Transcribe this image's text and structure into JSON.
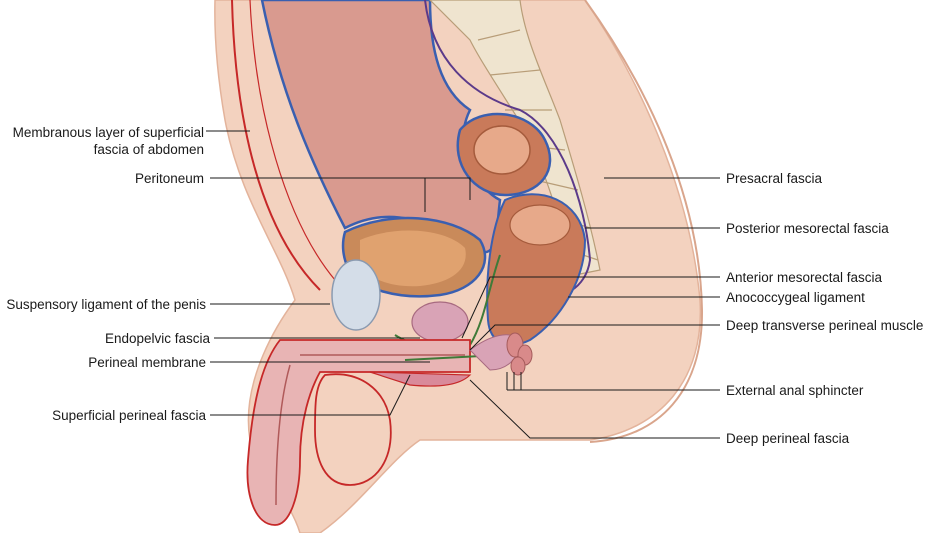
{
  "colors": {
    "background": "#ffffff",
    "skin": "#f3d2bf",
    "skin_dark": "#e3b39b",
    "peritoneal_cavity": "#d99a8f",
    "fascia_blue": "#3a5fb0",
    "fascia_red": "#c62828",
    "fascia_green": "#3f7a38",
    "fascia_purple": "#5b3a8a",
    "bone": "#efe4cf",
    "bladder": "#c98a5a",
    "rectum": "#c97a5a",
    "leader_line": "#1a1a1a"
  },
  "labels": {
    "membranous_layer": "Membranous layer of superficial fascia of abdomen",
    "peritoneum": "Peritoneum",
    "suspensory_ligament": "Suspensory ligament of the penis",
    "endopelvic_fascia": "Endopelvic fascia",
    "perineal_membrane": "Perineal membrane",
    "superficial_perineal_fascia": "Superficial perineal fascia",
    "presacral_fascia": "Presacral fascia",
    "posterior_mesorectal_fascia": "Posterior mesorectal fascia",
    "anterior_mesorectal_fascia": "Anterior mesorectal fascia",
    "anococcygeal_ligament": "Anococcygeal ligament",
    "deep_transverse_perineal_muscle": "Deep transverse perineal muscle",
    "external_anal_sphincter": "External anal sphincter",
    "deep_perineal_fascia": "Deep perineal fascia"
  }
}
